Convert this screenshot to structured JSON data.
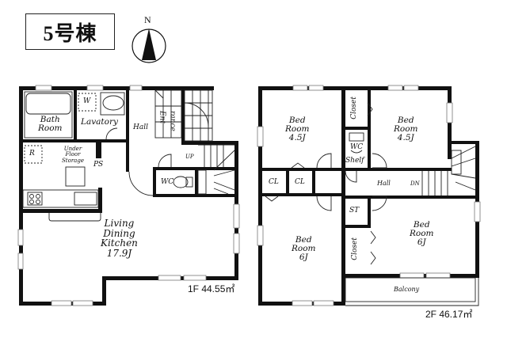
{
  "header": {
    "building_label": "5号棟",
    "compass_label": "N"
  },
  "floor1": {
    "area_label": "1F 44.55㎡",
    "rooms": {
      "bath": "Bath\nRoom",
      "bath_line1": "Bath",
      "bath_line2": "Room",
      "lavatory": "Lavatory",
      "washer": "W",
      "hall": "Hall",
      "entrance_line1": "Ent",
      "entrance_line2": "rance",
      "refrigerator": "R",
      "under_floor_1": "Under",
      "under_floor_2": "Floor",
      "under_floor_3": "Storage",
      "ps": "PS",
      "up": "UP",
      "wc": "WC",
      "ldk_line1": "Living",
      "ldk_line2": "Dining",
      "ldk_line3": "Kitchen",
      "ldk_size": "17.9J"
    }
  },
  "floor2": {
    "area_label": "2F 46.17㎡",
    "rooms": {
      "bed_nw_line1": "Bed",
      "bed_nw_line2": "Room",
      "bed_nw_size": "4.5J",
      "bed_ne_line1": "Bed",
      "bed_ne_line2": "Room",
      "bed_ne_size": "4.5J",
      "closet_n": "Closet",
      "wc": "WC",
      "shelf": "Shelf",
      "cl_1": "CL",
      "cl_2": "CL",
      "hall": "Hall",
      "dn": "DN",
      "st": "ST",
      "bed_sw_line1": "Bed",
      "bed_sw_line2": "Room",
      "bed_sw_size": "6J",
      "closet_s": "Closet",
      "bed_se_line1": "Bed",
      "bed_se_line2": "Room",
      "bed_se_size": "6J",
      "balcony": "Balcony"
    }
  },
  "colors": {
    "wall": "#111111",
    "line": "#222222",
    "window": "#777777",
    "background": "#ffffff"
  }
}
